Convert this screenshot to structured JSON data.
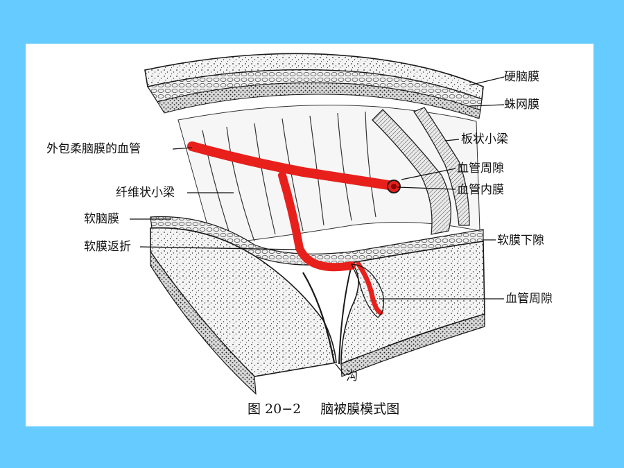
{
  "colors": {
    "background": "#66ccff",
    "slide": "#ffffff",
    "vessel": "#e8201c",
    "ink": "#1a1a1a"
  },
  "labels": {
    "dura_mater": "硬脑膜",
    "arachnoid": "蛛网膜",
    "lamellar_trabecula": "板状小梁",
    "perivascular_space_upper": "血管周隙",
    "vessel_intima": "血管内膜",
    "subpial_space": "软膜下隙",
    "perivascular_space_lower": "血管周隙",
    "sulcus": "沟",
    "pia_wrapped_vessel": "外包柔脑膜的血管",
    "fibrous_trabecula": "纤维状小梁",
    "pia_mater": "软脑膜",
    "pia_reflection": "软膜返折"
  },
  "caption": {
    "figure_number": "图 20−2",
    "title": "脑被膜模式图"
  }
}
